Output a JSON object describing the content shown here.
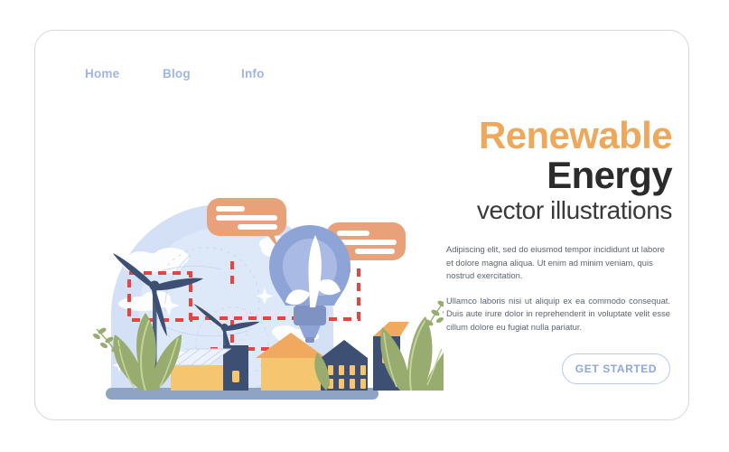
{
  "page": {
    "background_color": "#ffffff",
    "card_background": "#ffffff",
    "card_border_color": "#d8d8da"
  },
  "nav": {
    "items": [
      {
        "label": "Home",
        "name": "nav-home"
      },
      {
        "label": "Blog",
        "name": "nav-blog"
      },
      {
        "label": "Info",
        "name": "nav-info"
      }
    ],
    "link_color": "#9fb4e8"
  },
  "hero": {
    "headline_line1": "Renewable",
    "headline_line1_color": "#eda85c",
    "headline_line2": "Energy",
    "headline_line2_color": "#2b2b2b",
    "subheadline": "vector illustrations",
    "subheadline_color": "#3a3a3a",
    "paragraph1": "Adipiscing elit, sed do eiusmod tempor incididunt ut labore et dolore magna aliqua. Ut enim ad minim veniam, quis nostrud exercitation.",
    "paragraph2": "Ullamco laboris nisi ut aliquip ex ea commodo consequat. Duis aute irure dolor in reprehenderit in voluptate velit esse cillum dolore eu fugiat nulla pariatur.",
    "paragraph_color": "#5c6470",
    "cta_label": "GET STARTED",
    "cta_text_color": "#8fa7dd",
    "cta_border_color": "#b9c8ec"
  },
  "illustration": {
    "name": "renewable-energy-scene",
    "sky_arc_color": "#d3e0f5",
    "sky_inner_color": "#dfe9f9",
    "cloud_color": "#ffffff",
    "ground_color": "#8fa3c4",
    "bulb_glass_color": "#8fa4d6",
    "bulb_inner_color": "#a9bbe4",
    "bulb_base_color": "#7f93c2",
    "bulb_leaf_color": "#ffffff",
    "speech_bubble_color": "#e8a179",
    "speech_bubble_line_color": "#ffffff",
    "dashed_line_color": "#e8443f",
    "turbine_color": "#3d4f73",
    "house_warm_color": "#f5c66f",
    "house_roof_color": "#f0a95e",
    "house_dark_color": "#3d4f73",
    "window_color": "#f8c56d",
    "solar_panel_color": "#eef3fb",
    "foliage_color": "#97ac6e",
    "foliage_light_color": "#b4c487",
    "sparkle_color": "#ffffff"
  }
}
